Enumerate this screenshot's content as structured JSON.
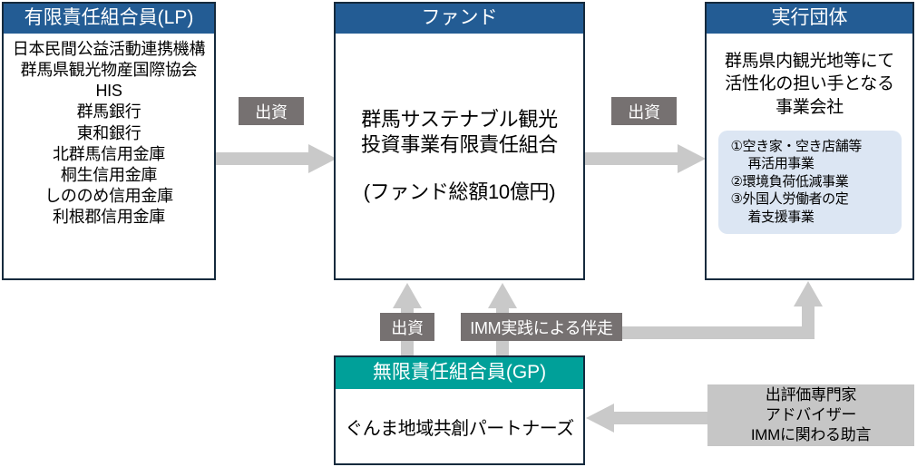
{
  "diagram": {
    "title_note": "Gunma sustainable tourism investment LPS fund structure",
    "colors": {
      "header_blue": "#235c94",
      "header_teal": "#00a099",
      "box_border": "#152a3d",
      "chip_gray": "#767171",
      "arrow_gray": "#c9c9c9",
      "advisor_gray": "#c6c6c6",
      "sub_panel_blue": "#dce6f3"
    },
    "lp_box": {
      "header": "有限責任組合員(LP)",
      "members": [
        "日本民間公益活動連携機構",
        "群馬県観光物産国際協会",
        "HIS",
        "群馬銀行",
        "東和銀行",
        "北群馬信用金庫",
        "桐生信用金庫",
        "しののめ信用金庫",
        "利根郡信用金庫"
      ]
    },
    "fund_box": {
      "header": "ファンド",
      "name_lines": [
        "群馬サステナブル観光",
        "投資事業有限責任組合"
      ],
      "total": "(ファンド総額10億円)"
    },
    "exec_box": {
      "header": "実行団体",
      "description_lines": [
        "群馬県内観光地等にて",
        "活性化の担い手となる",
        "事業会社"
      ],
      "projects": [
        {
          "text": "①空き家・空き店舗等",
          "indent": false
        },
        {
          "text": "再活用事業",
          "indent": true
        },
        {
          "text": "②環境負荷低減事業",
          "indent": false
        },
        {
          "text": "③外国人労働者の定",
          "indent": false
        },
        {
          "text": "着支援事業",
          "indent": true
        }
      ]
    },
    "gp_box": {
      "header": "無限責任組合員(GP)",
      "name": "ぐんま地域共創パートナーズ"
    },
    "advisor_box": {
      "lines": [
        "出評価専門家",
        "アドバイザー",
        "IMMに関わる助言"
      ]
    },
    "arrow_labels": {
      "lp_to_fund": "出資",
      "fund_to_exec": "出資",
      "gp_to_fund": "出資",
      "gp_imm": "IMM実践による伴走"
    }
  }
}
